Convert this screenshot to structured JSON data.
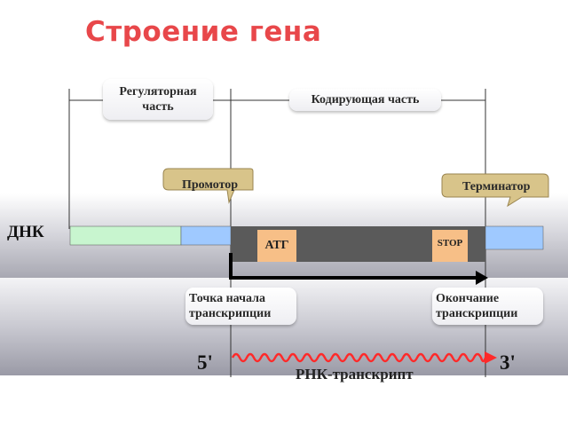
{
  "title": "Строение гена",
  "dna_label": "ДНК",
  "regions": {
    "regulatory": "Регуляторная часть",
    "coding": "Кодирующая часть"
  },
  "elements": {
    "promoter": "Промотор",
    "terminator": "Терминатор",
    "start_codon": "АТГ",
    "stop_codon": "STOP"
  },
  "transcription": {
    "start_point": "Точка начала транскрипции",
    "end_point": "Окончание транскрипции"
  },
  "rna": {
    "five_prime": "5'",
    "three_prime": "3'",
    "label": "РНК-транскрипт"
  },
  "colors": {
    "title": "#e8474a",
    "regulatory_segment": "#c8f5cf",
    "flank_segment": "#9fc9ff",
    "coding_segment": "#5a5a5a",
    "codon_box": "#f7bf87",
    "callout_fill": "#d8c48a",
    "rna_wave": "#ff2a2a"
  }
}
